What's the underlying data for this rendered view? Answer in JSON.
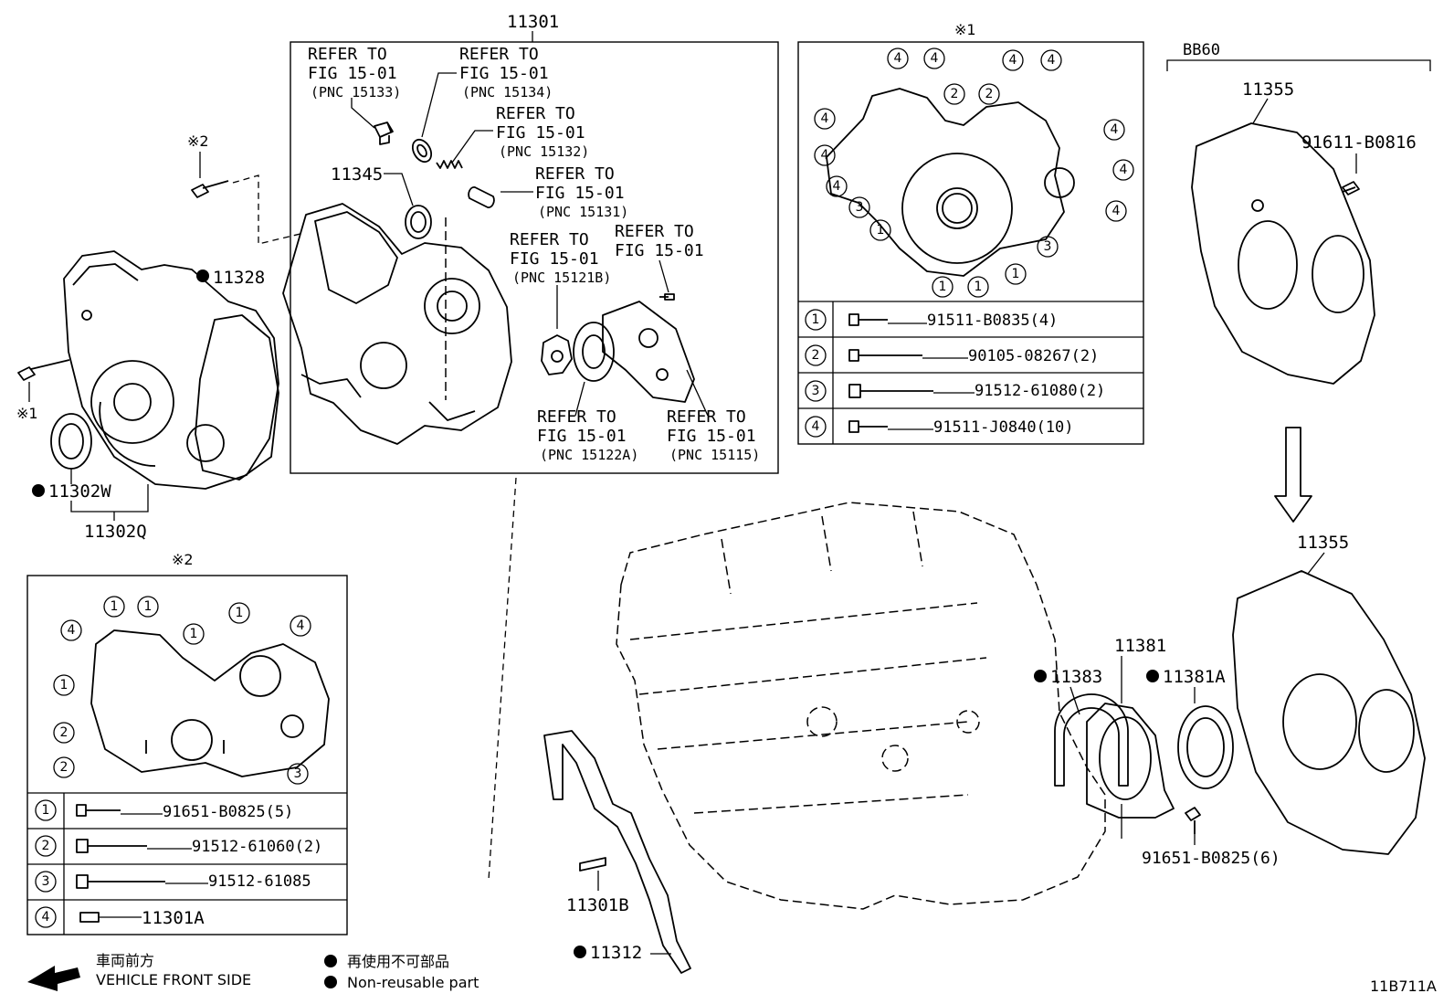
{
  "diagram": {
    "main_label": "11301",
    "refer": [
      {
        "l1": "REFER TO",
        "l2": "FIG 15-01",
        "l3": "(PNC 15133)"
      },
      {
        "l1": "REFER TO",
        "l2": "FIG 15-01",
        "l3": "(PNC 15134)"
      },
      {
        "l1": "REFER TO",
        "l2": "FIG 15-01",
        "l3": "(PNC 15132)"
      },
      {
        "l1": "REFER TO",
        "l2": "FIG 15-01",
        "l3": "(PNC 15131)"
      },
      {
        "l1": "REFER TO",
        "l2": "FIG 15-01",
        "l3": "(PNC 15121B)"
      },
      {
        "l1": "REFER TO",
        "l2": "FIG 15-01",
        "l3": ""
      },
      {
        "l1": "REFER TO",
        "l2": "FIG 15-01",
        "l3": "(PNC 15122A)"
      },
      {
        "l1": "REFER TO",
        "l2": "FIG 15-01",
        "l3": "(PNC 15115)"
      }
    ],
    "parts": {
      "p11345": "11345",
      "p11328": "11328",
      "p11302w": "11302W",
      "p11302q": "11302Q",
      "p11355a": "11355",
      "p11355b": "11355",
      "p91611": "91611-B0816",
      "p11381": "11381",
      "p11383": "11383",
      "p11381a": "11381A",
      "p91651": "91651-B0825(6)",
      "p11301b": "11301B",
      "p11312": "11312"
    },
    "marks": {
      "m1": "※1",
      "m2": "※2",
      "m1b": "※2",
      "m1c": "※1"
    },
    "bb60": "BB60",
    "figure_code": "11B711A",
    "table1": [
      {
        "n": "1",
        "part": "91511-B0835(4)"
      },
      {
        "n": "2",
        "part": "90105-08267(2)"
      },
      {
        "n": "3",
        "part": "91512-61080(2)"
      },
      {
        "n": "4",
        "part": "91511-J0840(10)"
      }
    ],
    "table2": [
      {
        "n": "1",
        "part": "91651-B0825(5)"
      },
      {
        "n": "2",
        "part": "91512-61060(2)"
      },
      {
        "n": "3",
        "part": "91512-61085"
      },
      {
        "n": "4",
        "part": "11301A"
      }
    ],
    "legend": {
      "front_jp": "車両前方",
      "front_en": "VEHICLE FRONT SIDE",
      "nonreuse_jp": "再使用不可部品",
      "nonreuse_en": "Non-reusable part"
    },
    "callouts1": {
      "c1": "1",
      "c2": "2",
      "c3": "3",
      "c4": "4"
    }
  }
}
